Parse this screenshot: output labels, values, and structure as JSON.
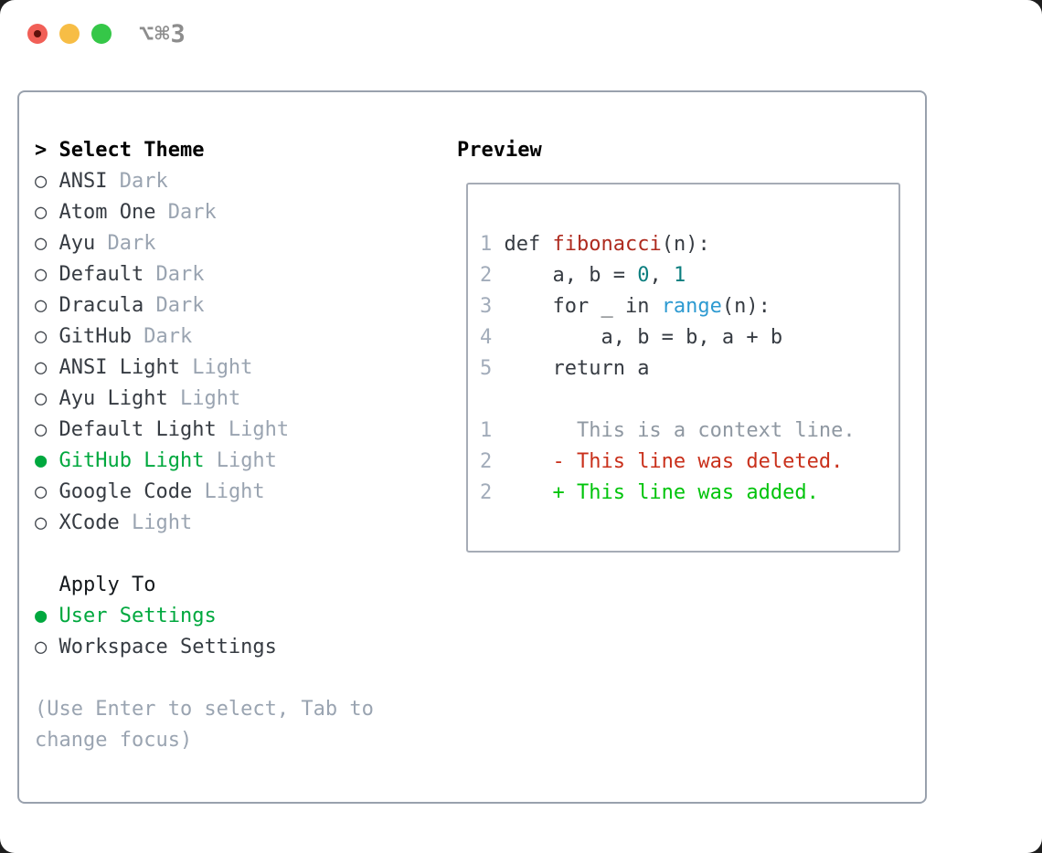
{
  "window": {
    "title": "⌥⌘3",
    "traffic_lights": [
      {
        "name": "close",
        "color": "#f15f57",
        "has_dot": true
      },
      {
        "name": "minimize",
        "color": "#f7bd45",
        "has_dot": false
      },
      {
        "name": "zoom",
        "color": "#35c748",
        "has_dot": false
      }
    ]
  },
  "theme_picker": {
    "prompt": ">",
    "title": "Select Theme",
    "items": [
      {
        "name": "ANSI",
        "variant": "Dark",
        "selected": false
      },
      {
        "name": "Atom One",
        "variant": "Dark",
        "selected": false
      },
      {
        "name": "Ayu",
        "variant": "Dark",
        "selected": false
      },
      {
        "name": "Default",
        "variant": "Dark",
        "selected": false
      },
      {
        "name": "Dracula",
        "variant": "Dark",
        "selected": false
      },
      {
        "name": "GitHub",
        "variant": "Dark",
        "selected": false
      },
      {
        "name": "ANSI Light",
        "variant": "Light",
        "selected": false
      },
      {
        "name": "Ayu Light",
        "variant": "Light",
        "selected": false
      },
      {
        "name": "Default Light",
        "variant": "Light",
        "selected": false
      },
      {
        "name": "GitHub Light",
        "variant": "Light",
        "selected": true
      },
      {
        "name": "Google Code",
        "variant": "Light",
        "selected": false
      },
      {
        "name": "XCode",
        "variant": "Light",
        "selected": false
      }
    ],
    "marker_unselected": "○",
    "marker_selected": "●"
  },
  "apply_to": {
    "title": "Apply To",
    "options": [
      {
        "name": "User Settings",
        "selected": true
      },
      {
        "name": "Workspace Settings",
        "selected": false
      }
    ]
  },
  "hint_lines": [
    "(Use Enter to select, Tab to",
    "change focus)"
  ],
  "preview": {
    "title": "Preview",
    "lines": [
      {
        "segments": [
          [
            "1",
            "num"
          ],
          [
            " def ",
            "fg"
          ],
          [
            "fibonacci",
            "func"
          ],
          [
            "(n):",
            "fg"
          ]
        ]
      },
      {
        "segments": [
          [
            "2",
            "num"
          ],
          [
            "     a, b = ",
            "fg"
          ],
          [
            "0",
            "const"
          ],
          [
            ", ",
            "fg"
          ],
          [
            "1",
            "const"
          ]
        ]
      },
      {
        "segments": [
          [
            "3",
            "num"
          ],
          [
            "     for _ in ",
            "fg"
          ],
          [
            "range",
            "builtin"
          ],
          [
            "(n):",
            "fg"
          ]
        ]
      },
      {
        "segments": [
          [
            "4",
            "num"
          ],
          [
            "         a, b = b, a + b",
            "fg"
          ]
        ]
      },
      {
        "segments": [
          [
            "5",
            "num"
          ],
          [
            "     return a",
            "fg"
          ]
        ]
      },
      {
        "segments": []
      },
      {
        "segments": [
          [
            "1",
            "num"
          ],
          [
            "       This is a context line.",
            "ctx"
          ]
        ]
      },
      {
        "segments": [
          [
            "2",
            "num"
          ],
          [
            "     - This line was deleted.",
            "del"
          ]
        ]
      },
      {
        "segments": [
          [
            "2",
            "num"
          ],
          [
            "     + This line was added.",
            "add"
          ]
        ]
      }
    ]
  },
  "colors": {
    "selected_green": "#00a83e",
    "added_green": "#00c40b",
    "deleted_red": "#c9301b",
    "function_red": "#ae2a1e",
    "number_teal": "#0c7e7f",
    "builtin_blue": "#2d9ad1",
    "muted_gray": "#9aa4b1",
    "panel_border": "#99a1ad"
  }
}
